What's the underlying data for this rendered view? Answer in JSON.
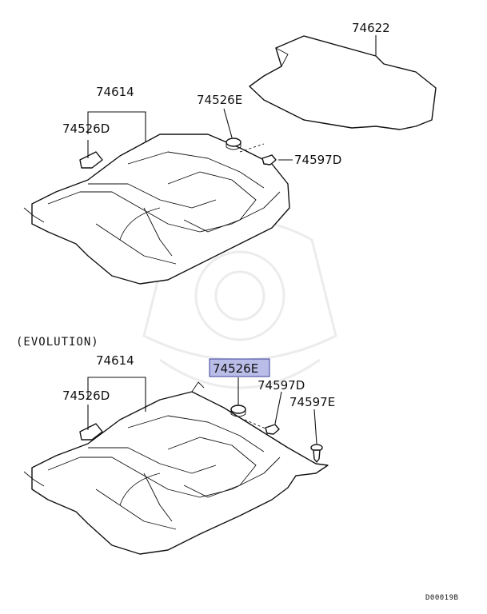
{
  "colors": {
    "ink": "#111111",
    "highlight_fill": "#b9bde8",
    "highlight_border": "#3b3f9a",
    "watermark": "#ececec"
  },
  "section_label": "(EVOLUTION)",
  "footer_code": "D00019B",
  "top_callouts": {
    "trunk_mat": "74622",
    "carpet_assy": "74614",
    "fastener_d_left": "74526D",
    "grommet_e": "74526E",
    "clip_d": "74597D"
  },
  "bottom_callouts": {
    "carpet_assy": "74614",
    "fastener_d_left": "74526D",
    "grommet_e_highlighted": "74526E",
    "clip_d": "74597D",
    "clip_e": "74597E"
  }
}
